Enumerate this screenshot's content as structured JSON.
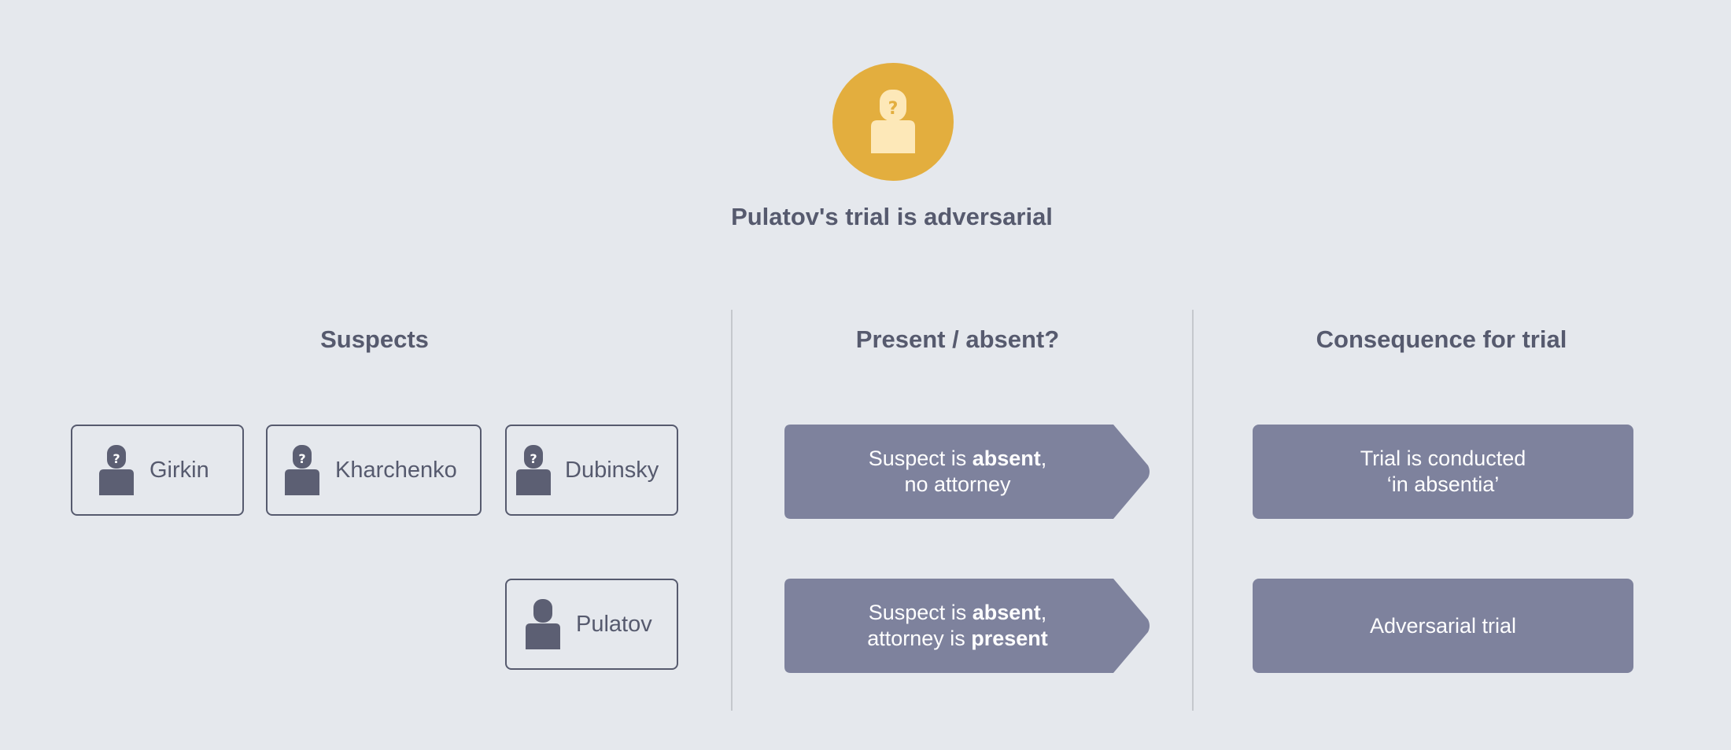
{
  "colors": {
    "background": "#e5e8ed",
    "accent": "#e3ae3e",
    "text": "#565a6e",
    "box": "#7e829d"
  },
  "header": {
    "icon": "unknown-person-icon",
    "title": "Pulatov's trial is adversarial"
  },
  "columns": {
    "suspects": "Suspects",
    "present": "Present / absent?",
    "consequence": "Consequence for trial"
  },
  "suspects": [
    {
      "name": "Girkin",
      "icon": "unknown-person-icon"
    },
    {
      "name": "Kharchenko",
      "icon": "unknown-person-icon"
    },
    {
      "name": "Dubinsky",
      "icon": "unknown-person-icon"
    },
    {
      "name": "Pulatov",
      "icon": "person-icon"
    }
  ],
  "rows": [
    {
      "status": {
        "line1_prefix": "Suspect is ",
        "line1_bold": "absent",
        "line1_suffix": ",",
        "line2_prefix": "no attorney",
        "line2_bold": ""
      },
      "consequence": {
        "line1": "Trial is conducted",
        "line2": "‘in absentia’"
      }
    },
    {
      "status": {
        "line1_prefix": "Suspect is ",
        "line1_bold": "absent",
        "line1_suffix": ",",
        "line2_prefix": "attorney is ",
        "line2_bold": "present"
      },
      "consequence": {
        "line1": "Adversarial trial",
        "line2": ""
      }
    }
  ]
}
